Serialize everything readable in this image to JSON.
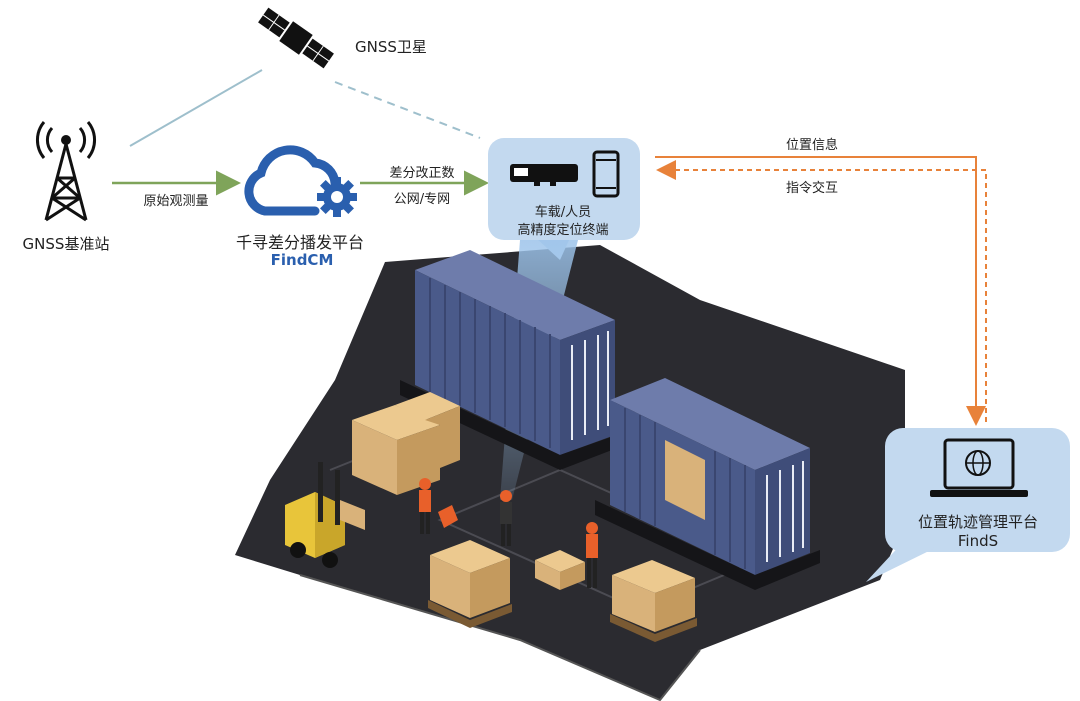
{
  "nodes": {
    "satellite": {
      "label": "GNSS卫星"
    },
    "station": {
      "label": "GNSS基准站"
    },
    "cloud": {
      "label": "千寻差分播发平台",
      "sublabel": "FindCM"
    },
    "terminal": {
      "label_line1": "车载/人员",
      "label_line2": "高精度定位终端"
    },
    "platform": {
      "label": "位置轨迹管理平台",
      "sublabel": "FindS"
    }
  },
  "edges": {
    "raw_obs": "原始观测量",
    "correction_line1": "差分改正数",
    "correction_line2": "公网/专网",
    "position_info": "位置信息",
    "command": "指令交互"
  },
  "colors": {
    "arrow_green": "#7fa45a",
    "arrow_orange": "#e8823a",
    "bubble_blue": "#c3d9ef",
    "cloud_blue": "#2a5fae",
    "yard_dark": "#2b2b30",
    "container_blue": "#4a5a8a",
    "box_tan": "#d9b27a"
  },
  "icons": [
    "satellite-icon",
    "tower-icon",
    "cloud-gear-icon",
    "receiver-icon",
    "phone-icon",
    "laptop-globe-icon",
    "forklift-icon"
  ]
}
